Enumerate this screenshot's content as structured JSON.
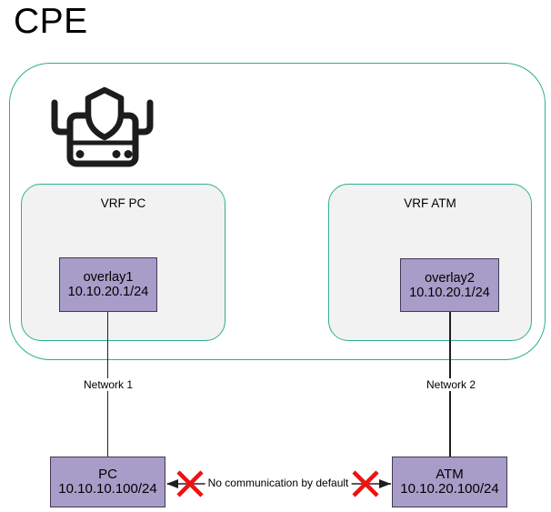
{
  "title": "CPE",
  "icons": {
    "cpe_device": "router-shield-icon"
  },
  "colors": {
    "accent_teal": "#2fae94",
    "node_fill": "#a89cc8",
    "node_border": "#403a54",
    "vrf_fill": "#f2f2f2",
    "error_red": "#ee1111",
    "link_gray": "#5a5a5a"
  },
  "cpe": {
    "vrfs": [
      {
        "label": "VRF PC",
        "interface": {
          "name": "overlay1",
          "ip": "10.10.20.1/24"
        }
      },
      {
        "label": "VRF ATM",
        "interface": {
          "name": "overlay2",
          "ip": "10.10.20.1/24"
        }
      }
    ]
  },
  "endpoints": [
    {
      "name": "PC",
      "ip": "10.10.10.100/24"
    },
    {
      "name": "ATM",
      "ip": "10.10.20.100/24"
    }
  ],
  "links": {
    "network1_label": "Network 1",
    "network2_label": "Network 2",
    "no_comm_label": "No communication by default"
  }
}
